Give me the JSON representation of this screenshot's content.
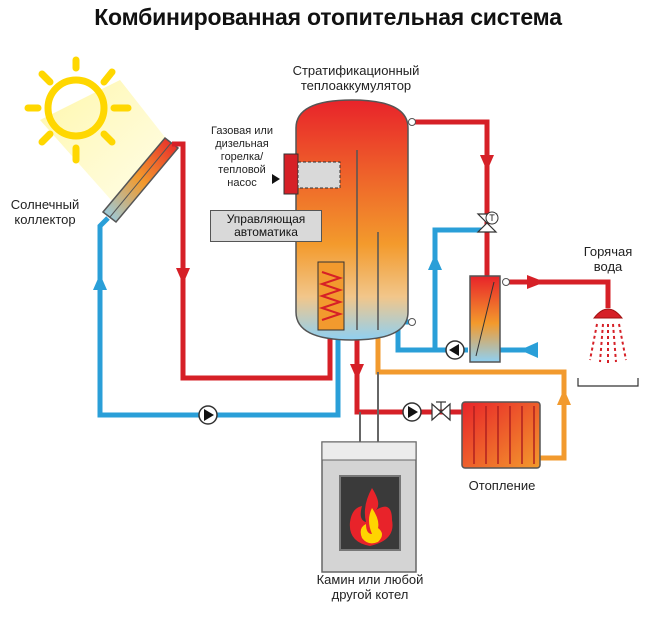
{
  "title": "Комбинированная отопительная система",
  "labels": {
    "accumulator_line1": "Стратификационный",
    "accumulator_line2": "теплоаккумулятор",
    "burner_line1": "Газовая или",
    "burner_line2": "дизельная",
    "burner_line3": "горелка/",
    "burner_line4": "тепловой",
    "burner_line5": "насос",
    "collector_line1": "Солнечный",
    "collector_line2": "коллектор",
    "control_line1": "Управляющая",
    "control_line2": "автоматика",
    "hotwater_line1": "Горячая",
    "hotwater_line2": "вода",
    "heating": "Отопление",
    "boiler_line1": "Камин или любой",
    "boiler_line2": "другой котел",
    "thermostat_symbol": "T"
  },
  "colors": {
    "hot_pipe": "#d62027",
    "cold_pipe": "#2a9fd8",
    "warm_pipe": "#f29a2e",
    "sun": "#ffd700",
    "tank_top": "#e8232a",
    "tank_mid": "#f39a2c",
    "tank_bottom": "#9fd7f5"
  }
}
